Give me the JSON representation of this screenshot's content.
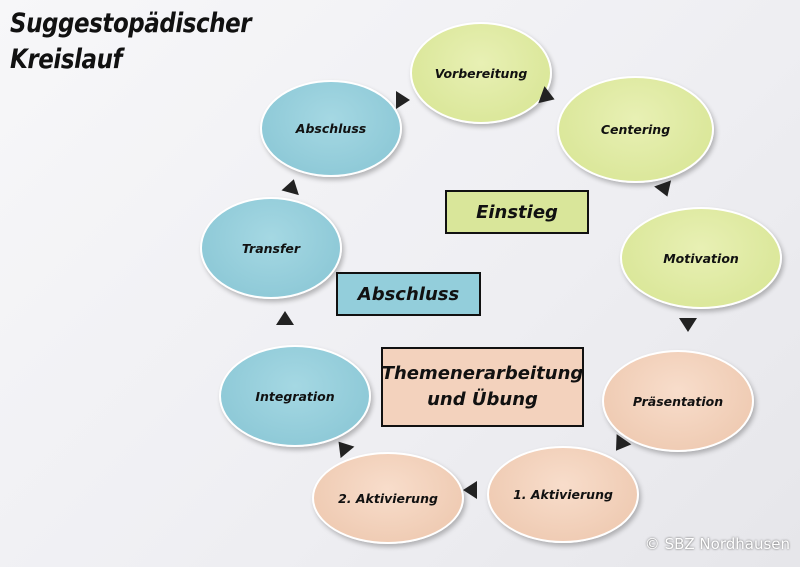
{
  "title_line1": "Suggestopädischer",
  "title_line2": "Kreislauf",
  "nodes": {
    "vorbereitung": "Vorbereitung",
    "centering": "Centering",
    "motivation": "Motivation",
    "praesentation": "Präsentation",
    "aktivierung1": "1. Aktivierung",
    "aktivierung2": "2. Aktivierung",
    "integration": "Integration",
    "transfer": "Transfer",
    "abschluss": "Abschluss"
  },
  "phases": {
    "einstieg": "Einstieg",
    "abschluss": "Abschluss",
    "themen_line1": "Themenerarbeitung",
    "themen_line2": "und Übung"
  },
  "colors": {
    "einstieg": "#d9e69a",
    "abschluss": "#93cedb",
    "themen": "#f3d2bd"
  },
  "copyright": "© SBZ Nordhausen"
}
